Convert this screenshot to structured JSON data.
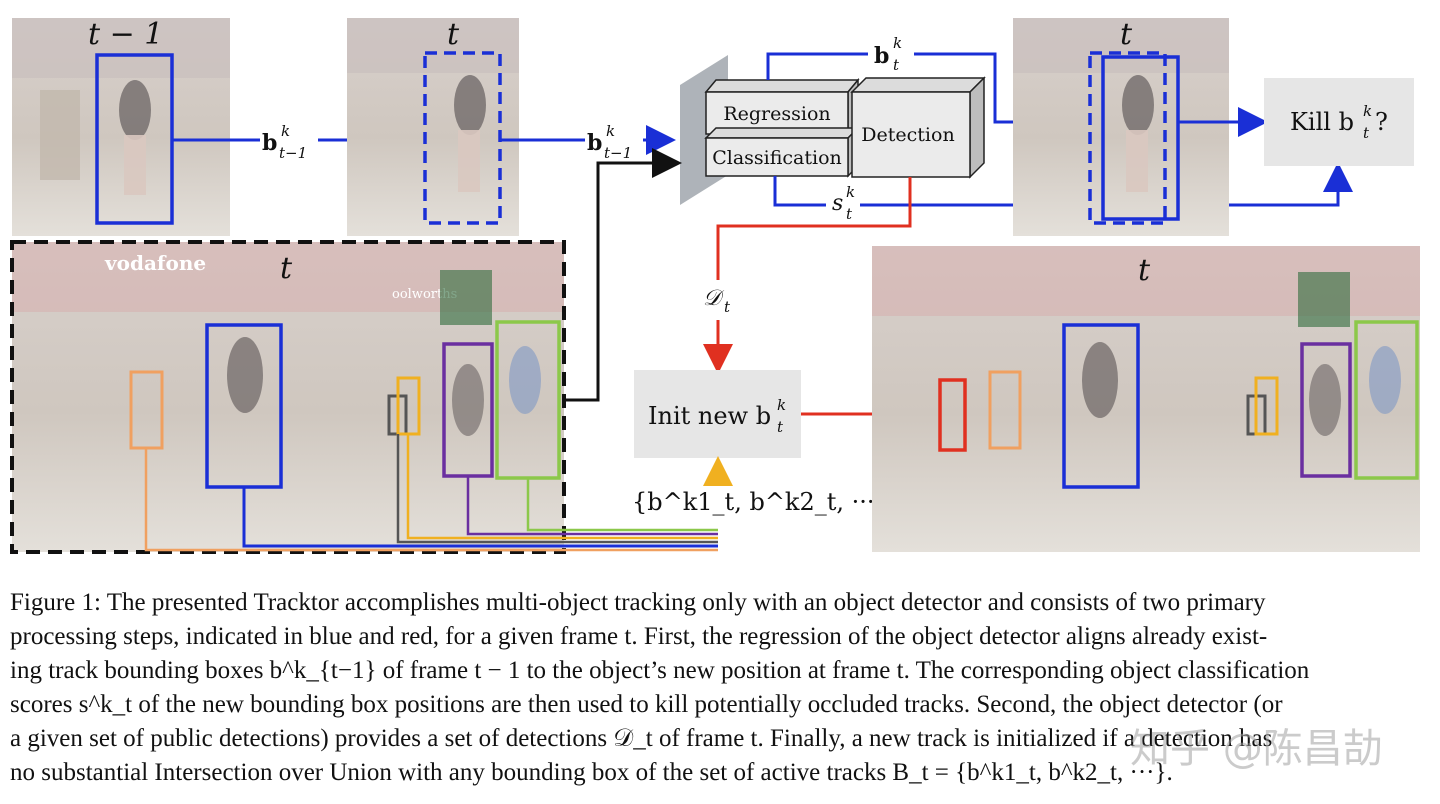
{
  "colors": {
    "track_blue": "#1a2fd6",
    "new_red": "#e03020",
    "orange": "#f0a060",
    "purple": "#6a2fa0",
    "green": "#8cc84a",
    "yellow": "#f0b020",
    "gray_box": "#555555",
    "panel_gray": "#e6e6e6"
  },
  "frames": {
    "top_left_label": "t − 1",
    "top_mid_label": "t",
    "top_right_label": "t",
    "big_left_label": "t",
    "big_right_label": "t",
    "store_sign_1": "vodafone",
    "store_sign_2": "oolworths"
  },
  "arrow_labels": {
    "b_prev_1": "b",
    "b_prev_1_sup": "k",
    "b_prev_1_sub": "t−1",
    "b_prev_2": "b",
    "b_prev_2_sup": "k",
    "b_prev_2_sub": "t−1",
    "b_out": "b",
    "b_out_sup": "k",
    "b_out_sub": "t",
    "score": "s",
    "score_sup": "k",
    "score_sub": "t",
    "detections": "𝒟",
    "detections_sub": "t",
    "active_set": "{b^k1_t, b^k2_t, ···}"
  },
  "detector": {
    "regression": "Regression",
    "classification": "Classification",
    "detection": "Detection"
  },
  "kill_box": {
    "text": "Kill b",
    "sup": "k",
    "sub": "t",
    "q": "?"
  },
  "init_box": {
    "text": "Init new b",
    "sup": "k",
    "sub": "t"
  },
  "caption_lines": [
    "Figure 1: The presented Tracktor accomplishes multi-object tracking only with an object detector and consists of two primary",
    "processing steps, indicated in blue and red, for a given frame t. First, the regression of the object detector aligns already exist-",
    "ing track bounding boxes b^k_{t−1} of frame t − 1 to the object’s new position at frame t. The corresponding object classification",
    "scores s^k_t of the new bounding box positions are then used to kill potentially occluded tracks. Second, the object detector (or",
    "a given set of public detections) provides a set of detections 𝒟_t of frame t. Finally, a new track is initialized if a detection has",
    "no substantial Intersection over Union with any bounding box of the set of active tracks B_t = {b^k1_t, b^k2_t, ···}."
  ],
  "watermark": "知乎 @陈昌劼"
}
